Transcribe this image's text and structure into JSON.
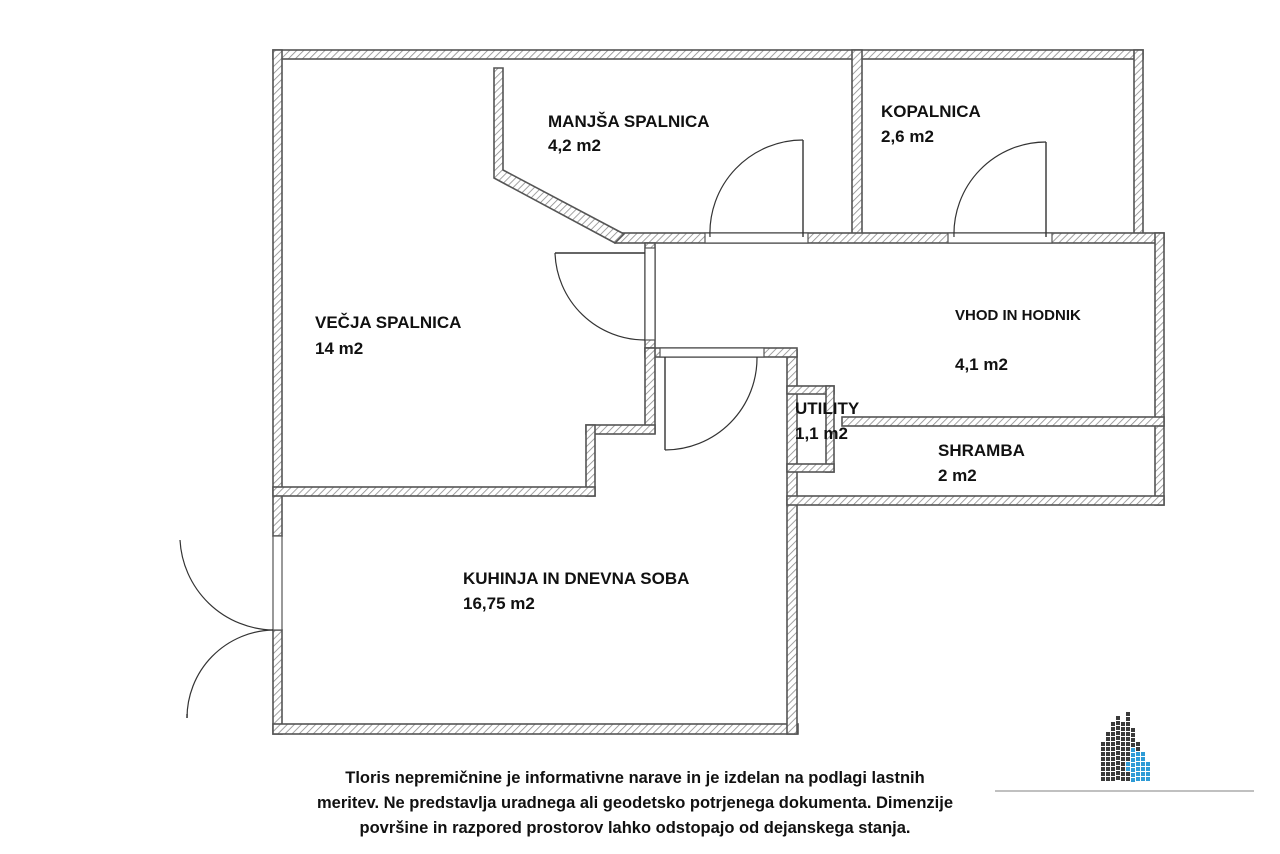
{
  "rooms": {
    "small_bedroom": {
      "name": "MANJŠA SPALNICA",
      "area": "4,2 m2"
    },
    "bathroom": {
      "name": "KOPALNICA",
      "area": "2,6 m2"
    },
    "large_bedroom": {
      "name": "VEČJA SPALNICA",
      "area": "14 m2"
    },
    "hall": {
      "name": "VHOD IN HODNIK",
      "area": "4,1 m2"
    },
    "utility": {
      "name": "UTILITY",
      "area": "1,1 m2"
    },
    "storage": {
      "name": "SHRAMBA",
      "area": "2 m2"
    },
    "kitchen_living": {
      "name": "KUHINJA IN DNEVNA SOBA",
      "area": "16,75 m2"
    }
  },
  "disclaimer": {
    "line1": "Tloris nepremičnine je informativne narave in je izdelan na podlagi lastnih",
    "line2": "meritev. Ne predstavlja uradnega ali geodetsko potrjenega dokumenta. Dimenzije",
    "line3": "površine in razpored prostorov lahko odstopajo od dejanskega stanja."
  },
  "colors": {
    "wall_hatch": "#8a8a8a",
    "logo_dark": "#3a3a3a",
    "logo_accent": "#2e9bd6"
  }
}
